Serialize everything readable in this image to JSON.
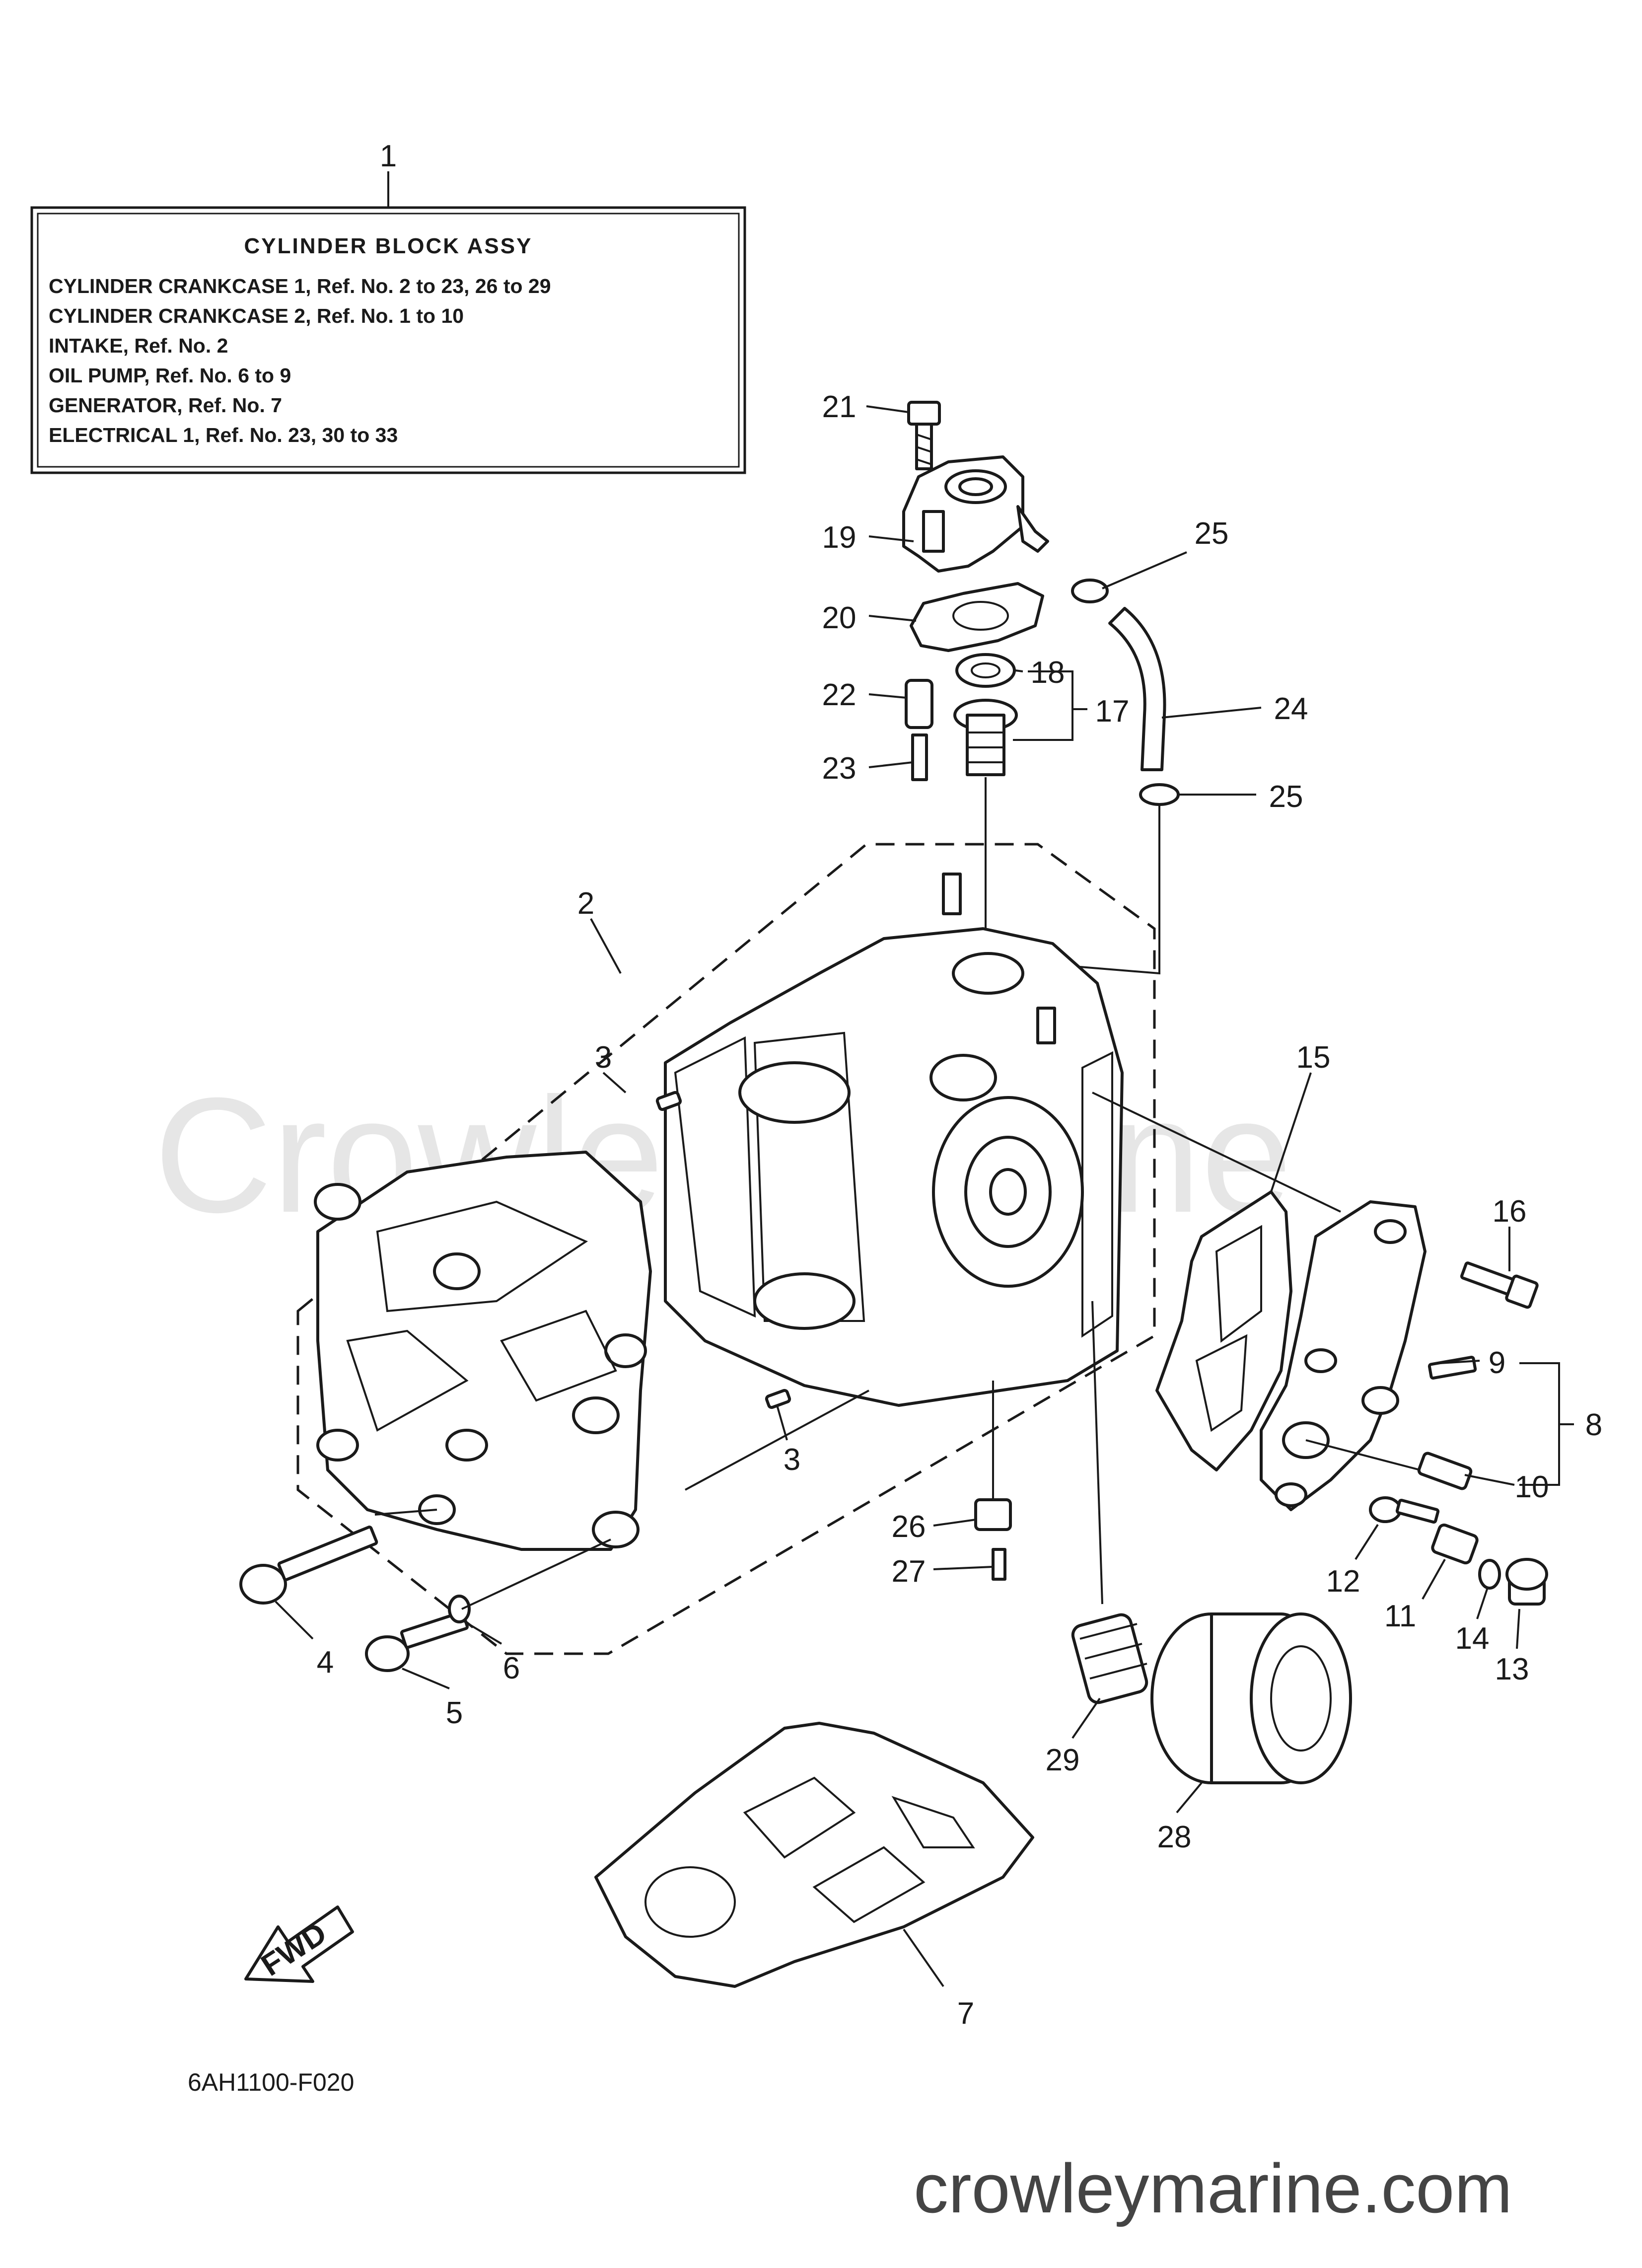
{
  "watermark": "Crowley Marine",
  "footer_site": "crowleymarine.com",
  "diagram_code": "6AH1100-F020",
  "fwd_label": "FWD",
  "legend": {
    "number": "1",
    "title": "CYLINDER  BLOCK ASSY",
    "lines": [
      "CYLINDER CRANKCASE 1,  Ref. No. 2 to 23,  26 to 29",
      "CYLINDER CRANKCASE 2,  Ref. No. 1 to 10",
      "INTAKE,  Ref. No. 2",
      "OIL PUMP,  Ref. No. 6 to 9",
      "GENERATOR,  Ref. No. 7",
      "ELECTRICAL 1,  Ref. No. 23, 30 to 33"
    ]
  },
  "callouts": [
    "21",
    "25",
    "19",
    "20",
    "18",
    "17",
    "22",
    "24",
    "23",
    "25",
    "2",
    "3",
    "15",
    "16",
    "9",
    "8",
    "10",
    "3",
    "26",
    "27",
    "12",
    "11",
    "14",
    "13",
    "4",
    "6",
    "5",
    "29",
    "28",
    "7"
  ],
  "colors": {
    "line": "#1a1a1a",
    "watermark": "#e6e6e6",
    "site_text": "#444444"
  }
}
